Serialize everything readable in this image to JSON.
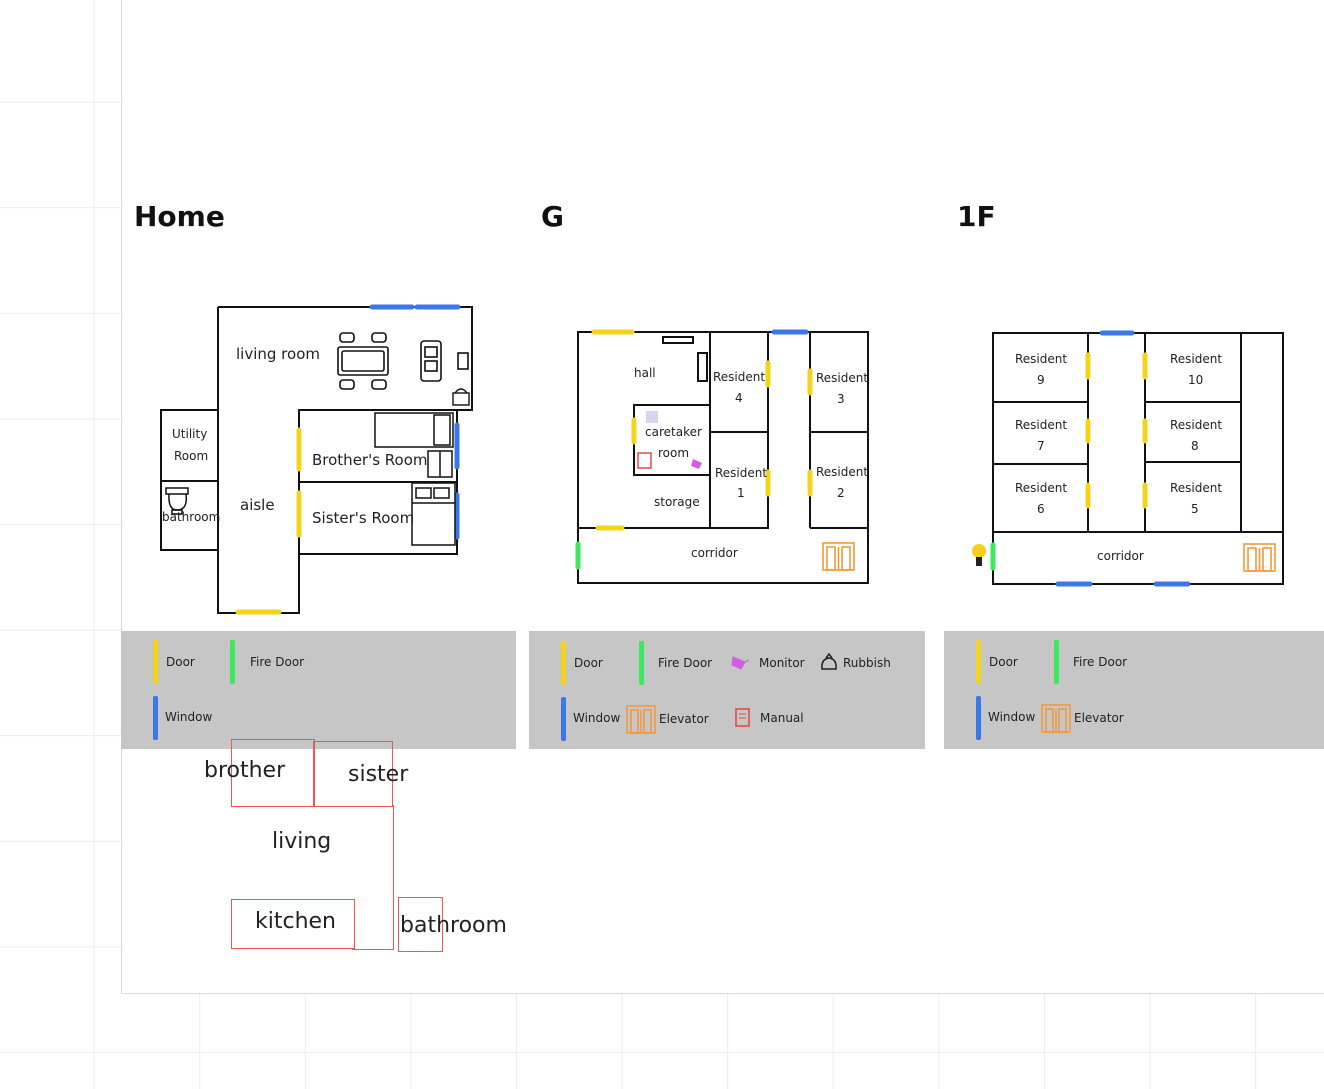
{
  "titles": {
    "home": "Home",
    "g": "G",
    "f1": "1F"
  },
  "colors": {
    "door": "#f2d51a",
    "window": "#3b77e6",
    "fire_door": "#3ce85c",
    "elevator": "#f09a3e",
    "legend_bg": "#c6c6c6"
  },
  "home": {
    "living_room": "living room",
    "utility_room_l1": "Utility",
    "utility_room_l2": "Room",
    "bathroom": "bathroom",
    "aisle": "aisle",
    "brothers_room": "Brother's Room",
    "sisters_room": "Sister's Room"
  },
  "g": {
    "hall": "hall",
    "caretaker_l1": "caretaker",
    "caretaker_l2": "room",
    "storage": "storage",
    "corridor": "corridor",
    "resident_word": "Resident",
    "r4": "4",
    "r3": "3",
    "r1": "1",
    "r2": "2"
  },
  "f1": {
    "corridor": "corridor",
    "resident_word": "Resident",
    "r9": "9",
    "r10": "10",
    "r7": "7",
    "r8": "8",
    "r6": "6",
    "r5": "5"
  },
  "legend": {
    "door": "Door",
    "fire_door": "Fire Door",
    "window": "Window",
    "monitor": "Monitor",
    "rubbish": "Rubbish",
    "elevator": "Elevator",
    "manual": "Manual"
  },
  "notes": {
    "brother": "brother",
    "sister": "sister",
    "living": "living",
    "kitchen": "kitchen",
    "bathroom": "bathroom"
  },
  "icons": [
    "elevator-icon",
    "monitor-icon",
    "rubbish-icon",
    "manual-icon",
    "bulb-icon",
    "toilet-icon",
    "sofa-icon",
    "table-icon",
    "bed-icon",
    "phone-icon"
  ]
}
